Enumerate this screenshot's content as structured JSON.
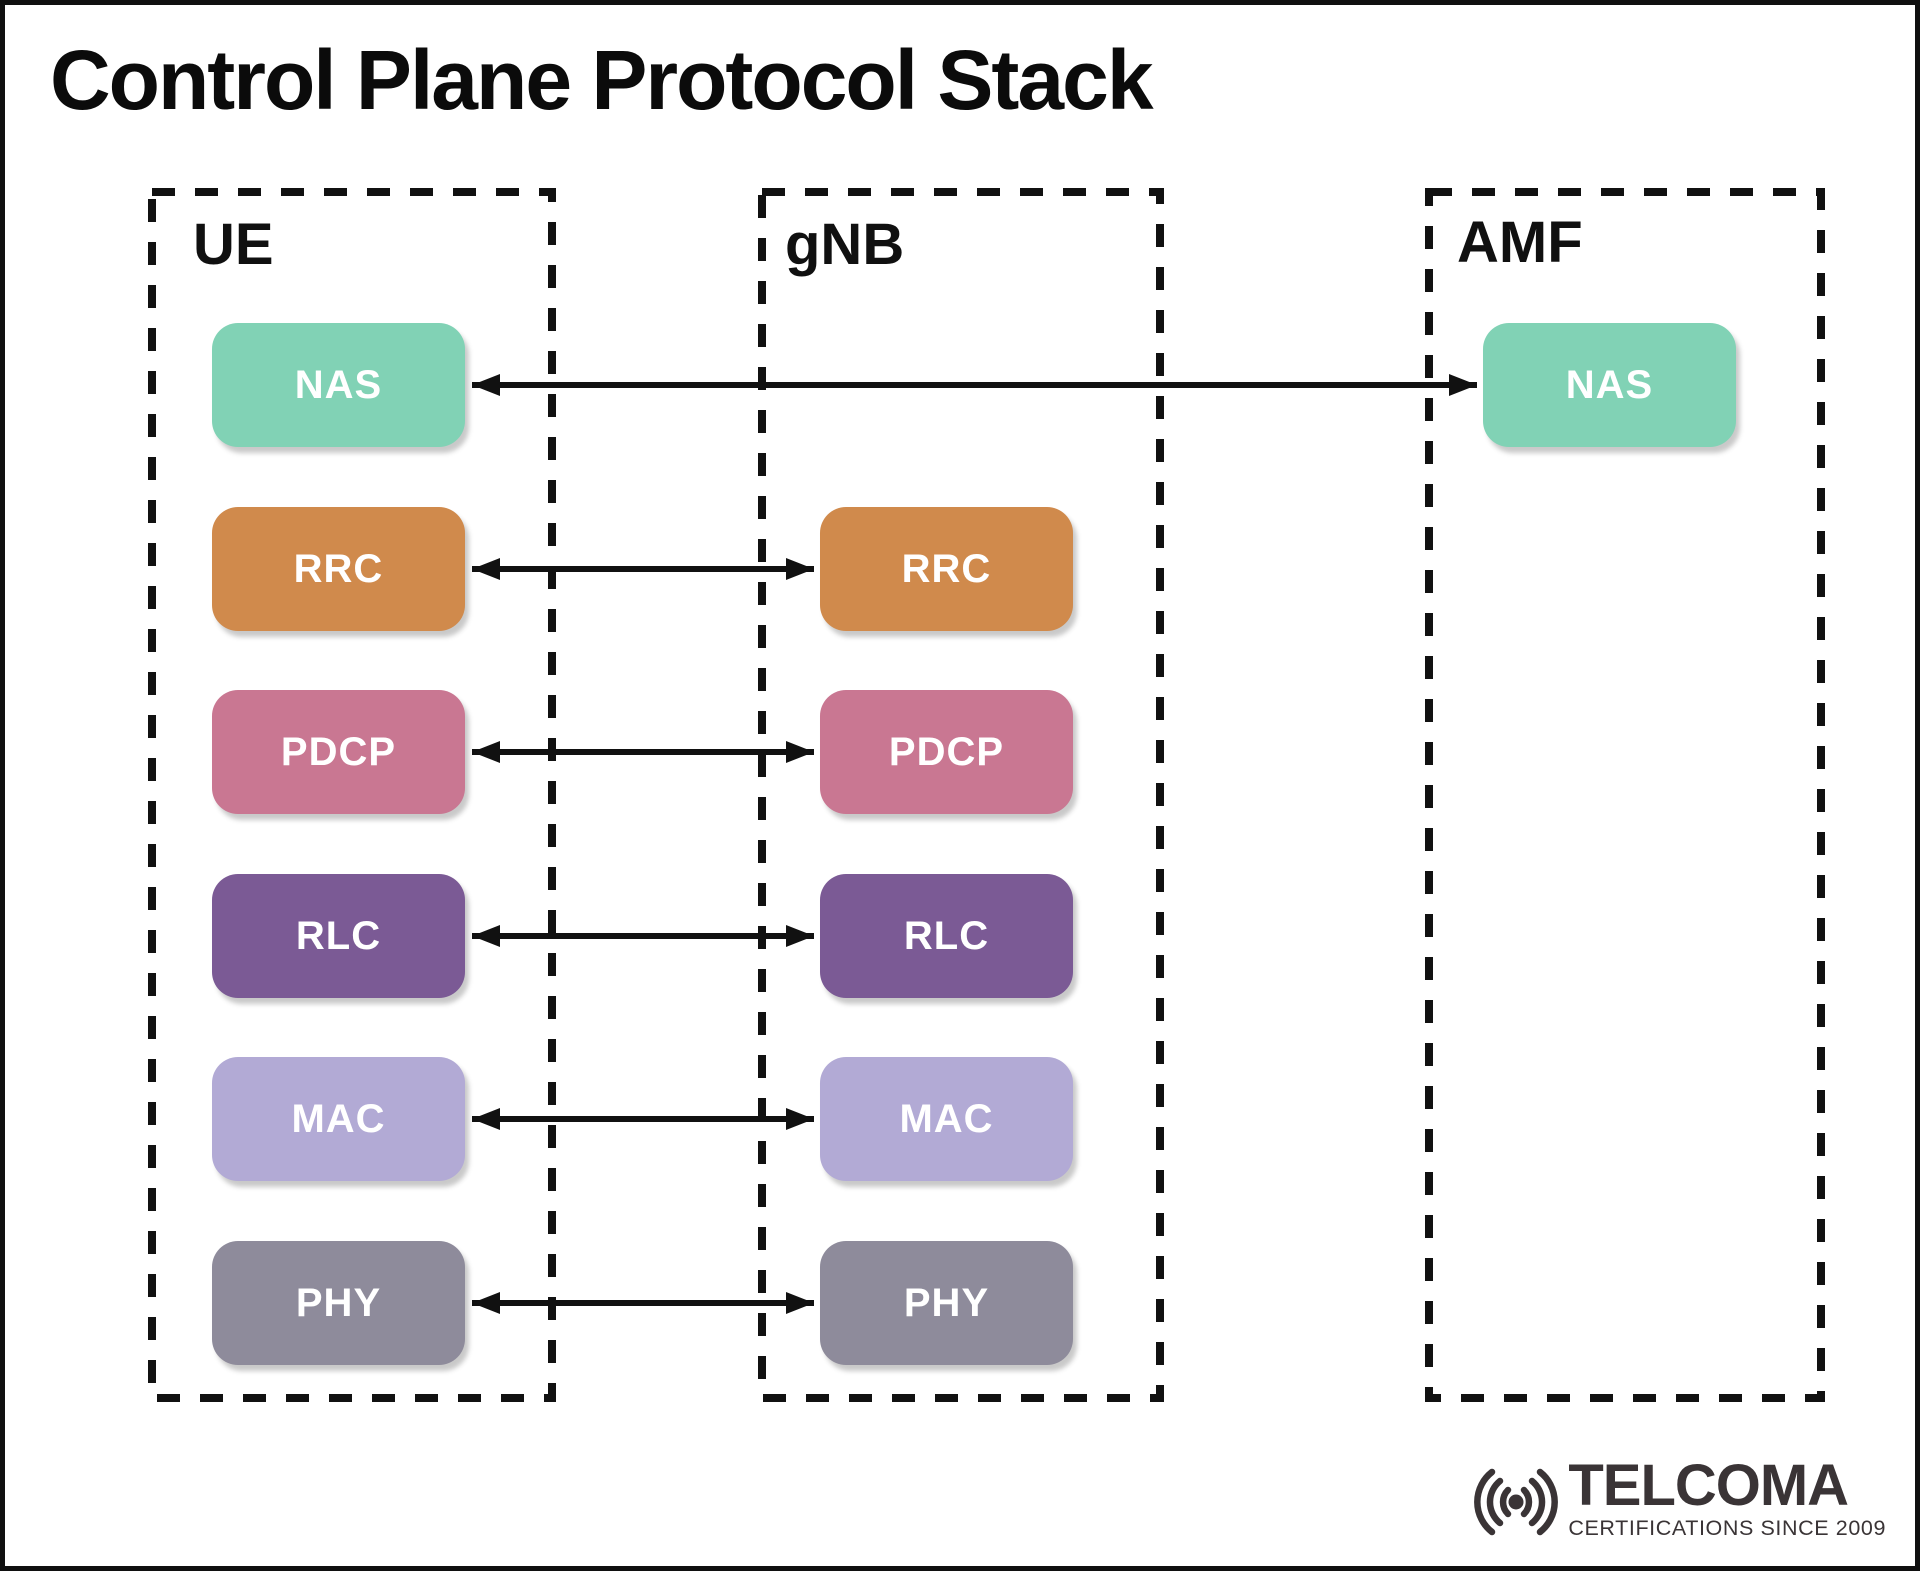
{
  "title": "Control Plane Protocol Stack",
  "diagram": {
    "entities": {
      "ue": {
        "label": "UE",
        "layers": [
          {
            "id": "nas",
            "label": "NAS"
          },
          {
            "id": "rrc",
            "label": "RRC"
          },
          {
            "id": "pdcp",
            "label": "PDCP"
          },
          {
            "id": "rlc",
            "label": "RLC"
          },
          {
            "id": "mac",
            "label": "MAC"
          },
          {
            "id": "phy",
            "label": "PHY"
          }
        ]
      },
      "gnb": {
        "label": "gNB",
        "layers": [
          {
            "id": "rrc",
            "label": "RRC"
          },
          {
            "id": "pdcp",
            "label": "PDCP"
          },
          {
            "id": "rlc",
            "label": "RLC"
          },
          {
            "id": "mac",
            "label": "MAC"
          },
          {
            "id": "phy",
            "label": "PHY"
          }
        ]
      },
      "amf": {
        "label": "AMF",
        "layers": [
          {
            "id": "nas",
            "label": "NAS"
          }
        ]
      }
    },
    "links": [
      {
        "protocol": "NAS",
        "from": "UE",
        "to": "AMF",
        "style": "double-arrow"
      },
      {
        "protocol": "RRC",
        "from": "UE",
        "to": "gNB",
        "style": "double-arrow"
      },
      {
        "protocol": "PDCP",
        "from": "UE",
        "to": "gNB",
        "style": "double-arrow"
      },
      {
        "protocol": "RLC",
        "from": "UE",
        "to": "gNB",
        "style": "double-arrow"
      },
      {
        "protocol": "MAC",
        "from": "UE",
        "to": "gNB",
        "style": "double-arrow"
      },
      {
        "protocol": "PHY",
        "from": "UE",
        "to": "gNB",
        "style": "double-arrow"
      }
    ]
  },
  "colors": {
    "nas": "#81d2b5",
    "rrc": "#d08a4c",
    "pdcp": "#c97792",
    "rlc": "#7b5a95",
    "mac": "#b2aad5",
    "phy": "#8e8b9b",
    "arrow": "#111111",
    "dashed_border": "#111111",
    "layer_text": "#ffffff",
    "logo": "#3a3436"
  },
  "logo": {
    "icon": "broadcast-icon",
    "name": "TELCOMA",
    "tagline": "CERTIFICATIONS SINCE 2009"
  }
}
